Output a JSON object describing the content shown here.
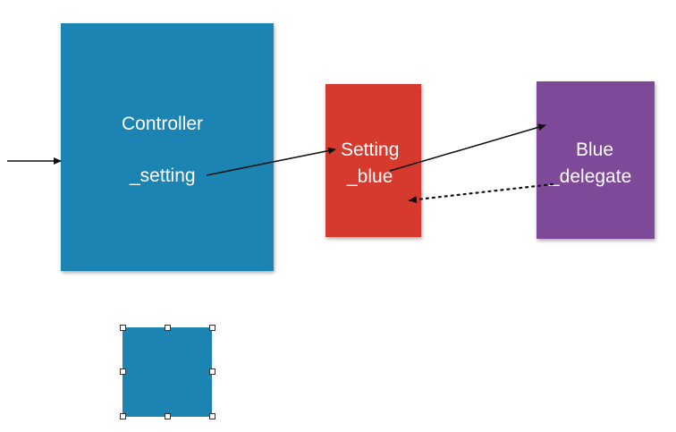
{
  "colors": {
    "controller": "#1c84b3",
    "setting": "#d63a2f",
    "delegate": "#7e4998",
    "small_square": "#1c84b3",
    "arrow": "#111111"
  },
  "controller": {
    "title": "Controller",
    "field": "_setting"
  },
  "setting": {
    "title": "Setting",
    "field": "_blue"
  },
  "delegate": {
    "title": "Blue",
    "field": "_delegate"
  }
}
